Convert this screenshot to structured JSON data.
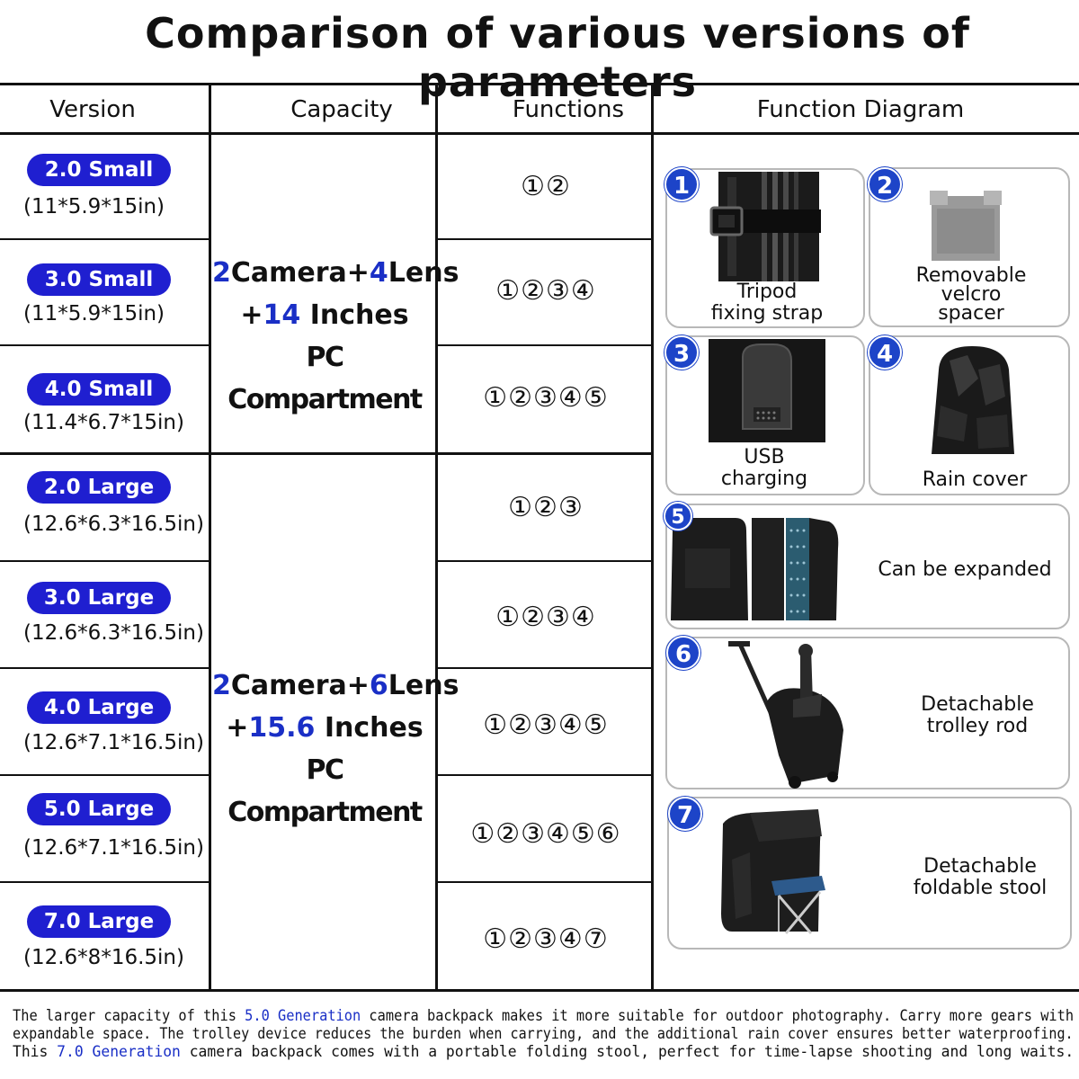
{
  "title": "Comparison of various versions of parameters",
  "headers": {
    "version": "Version",
    "capacity": "Capacity",
    "functions": "Functions",
    "diagram": "Function Diagram"
  },
  "versions": [
    {
      "name": "2.0 Small",
      "dims": "(11*5.9*15in)",
      "functions": "①②"
    },
    {
      "name": "3.0 Small",
      "dims": "(11*5.9*15in)",
      "functions": "①②③④"
    },
    {
      "name": "4.0 Small",
      "dims": "(11.4*6.7*15in)",
      "functions": "①②③④⑤"
    },
    {
      "name": "2.0 Large",
      "dims": "(12.6*6.3*16.5in)",
      "functions": "①②③"
    },
    {
      "name": "3.0 Large",
      "dims": "(12.6*6.3*16.5in)",
      "functions": "①②③④"
    },
    {
      "name": "4.0 Large",
      "dims": "(12.6*7.1*16.5in)",
      "functions": "①②③④⑤"
    },
    {
      "name": "5.0 Large",
      "dims": "(12.6*7.1*16.5in)",
      "functions": "①②③④⑤⑥"
    },
    {
      "name": "7.0 Large",
      "dims": "(12.6*8*16.5in)",
      "functions": "①②③④⑦"
    }
  ],
  "capacity": {
    "small": {
      "n1": "2",
      "camera": "Camera+",
      "n2": "4",
      "lens": "Lens",
      "plus": "+",
      "size": "14",
      "inches": " Inches",
      "pc": "PC Compartment"
    },
    "large": {
      "n1": "2",
      "camera": "Camera+",
      "n2": "6",
      "lens": "Lens",
      "plus": "+",
      "size": "15.6",
      "inches": " Inches",
      "pc": "PC Compartment"
    }
  },
  "diagram": [
    {
      "num": "1",
      "label1": "Tripod",
      "label2": "fixing strap",
      "icon": "tripod-strap-icon"
    },
    {
      "num": "2",
      "label1": "Removable",
      "label2": "velcro",
      "label3": "spacer",
      "icon": "velcro-spacer-icon"
    },
    {
      "num": "3",
      "label1": "USB",
      "label2": "charging",
      "icon": "usb-port-icon"
    },
    {
      "num": "4",
      "label1": "Rain cover",
      "icon": "rain-cover-icon"
    },
    {
      "num": "5",
      "label1": "Can be expanded",
      "icon": "expandable-backpack-icon"
    },
    {
      "num": "6",
      "label1": "Detachable",
      "label2": "trolley rod",
      "icon": "trolley-backpack-icon"
    },
    {
      "num": "7",
      "label1": "Detachable",
      "label2": "foldable stool",
      "icon": "folding-stool-icon"
    }
  ],
  "footer": {
    "l1a": "The larger capacity of this ",
    "l1b": "5.0 Generation",
    "l1c": " camera backpack makes it more suitable for outdoor photography. Carry more gears with",
    "l2": "expandable space. The trolley device reduces the burden when carrying, and the additional rain cover ensures better waterproofing.",
    "l3a": "This ",
    "l3b": "7.0 Generation",
    "l3c": " camera backpack comes with a portable folding stool, perfect for time-lapse shooting and long waits."
  },
  "colors": {
    "badge": "#1f1fd0",
    "accent_blue": "#1a2fc6",
    "number_circle": "#1d44c8"
  }
}
